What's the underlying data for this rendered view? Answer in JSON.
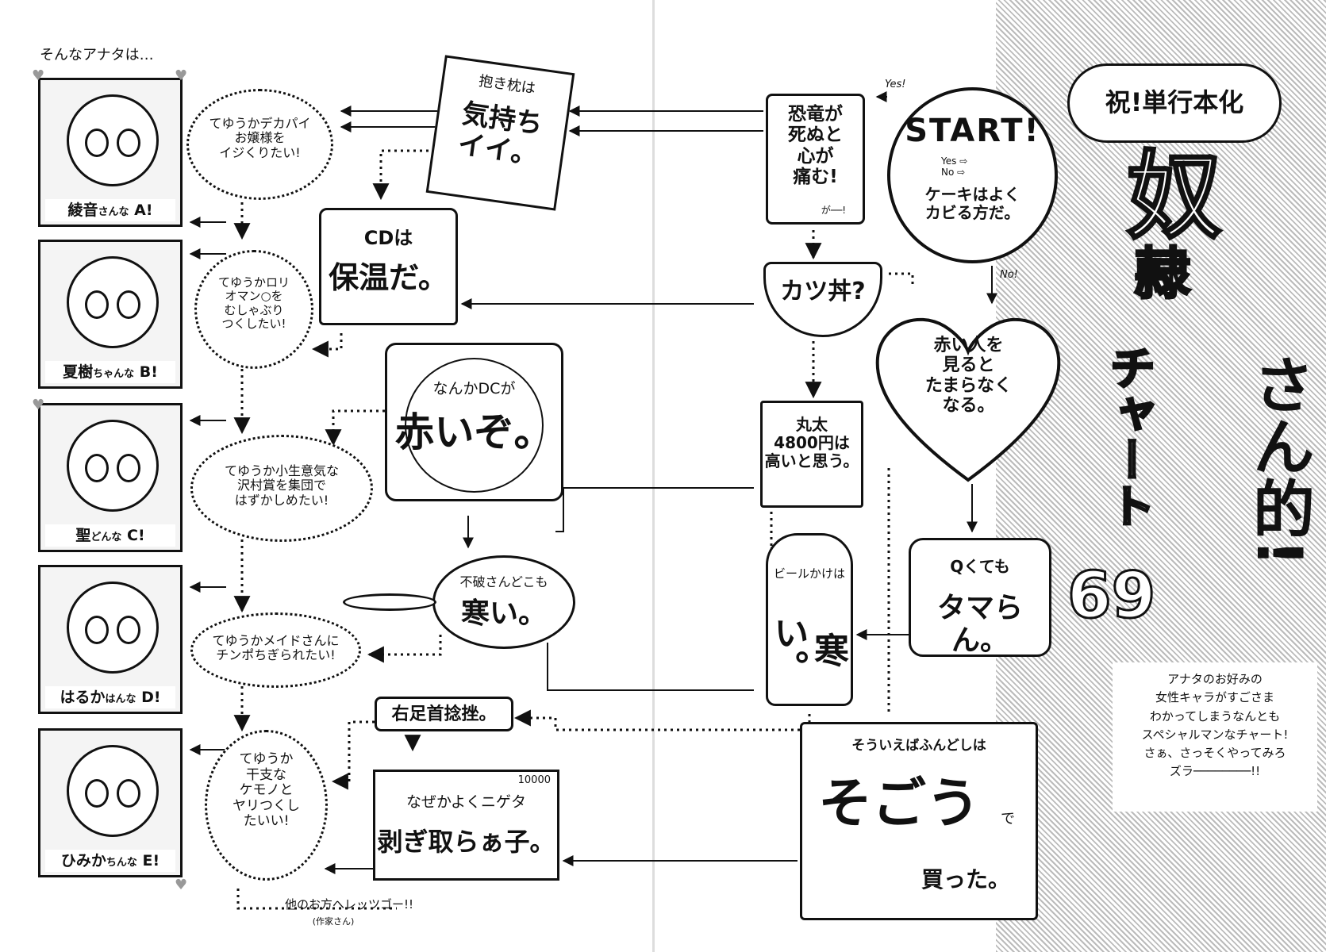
{
  "header_left": "そんなアナタは…",
  "start_node": {
    "title": "START!",
    "legend_yes": "Yes",
    "legend_no": "No",
    "arrow": "⇨",
    "question": "ケーキはよく\nカビる方だ。"
  },
  "edge_labels": {
    "yes": "Yes!",
    "no": "No!"
  },
  "nodes": {
    "dinosaur": "恐竜が\n死ぬと\n心が\n痛む!",
    "dinosaur_tail": "が──!",
    "katsudon": "カツ丼?",
    "red_person": "赤い人を\n見ると\nたまらなく\nなる。",
    "maruta": "丸太\n4800円は\n高いと思う。",
    "tamaran_sub": "Qくても",
    "tamaran": "タマらん。",
    "beer_sub": "ビールかけは",
    "beer": "寒い。",
    "fundoshi_sub": "そういえばふんどしは",
    "fundoshi": "そごう",
    "fundoshi_de": "で",
    "fundoshi_end": "買った。",
    "dakimakura_sub": "抱き枕は",
    "dakimakura": "気持ち\nイイ。",
    "cd_top": "CDは",
    "cd": "保温だ。",
    "dc_sub": "なんかDCが",
    "dc": "赤いぞ。",
    "fumo_sub": "不破さんどこも",
    "fumo": "寒い。",
    "ashikubi": "右足首捻挫。",
    "nigeta_sub": "なぜかよくニゲタ",
    "nigeta": "剥ぎ取らぁ子。",
    "nigeta_num": "10000"
  },
  "results": [
    "てゆうかデカパイ\nお嬢様を\nイジくりたい!",
    "てゆうかロリ\nオマン○を\nむしゃぶり\nつくしたい!",
    "てゆうか小生意気な\n沢村賞を集団で\nはずかしめたい!",
    "てゆうかメイドさんに\nチンポちぎられたい!",
    "てゆうか\n干支な\nケモノと\nヤリつくし\nたいい!"
  ],
  "characters": [
    {
      "name": "綾音",
      "suffix": "さんな",
      "letter": "A"
    },
    {
      "name": "夏樹",
      "suffix": "ちゃんな",
      "letter": "B"
    },
    {
      "name": "聖",
      "suffix": "どんな",
      "letter": "C"
    },
    {
      "name": "はるか",
      "suffix": "はんな",
      "letter": "D"
    },
    {
      "name": "ひみか",
      "suffix": "ちんな",
      "letter": "E"
    }
  ],
  "footer": {
    "line": "他のお方へレッツゴー!!",
    "credit": "(作家さん)"
  },
  "title_block": {
    "celebration": "祝!単行本化",
    "main_1": "奴",
    "main_2": "隷",
    "main_3": "さん的!",
    "main_4": "チャート",
    "number": "69"
  },
  "note": "アナタのお好みの\n女性キャラがすごさま\nわかってしまうなんとも\nスペシャルマンなチャート!\nさぁ、さっそくやってみろ\nズラ────────!!"
}
